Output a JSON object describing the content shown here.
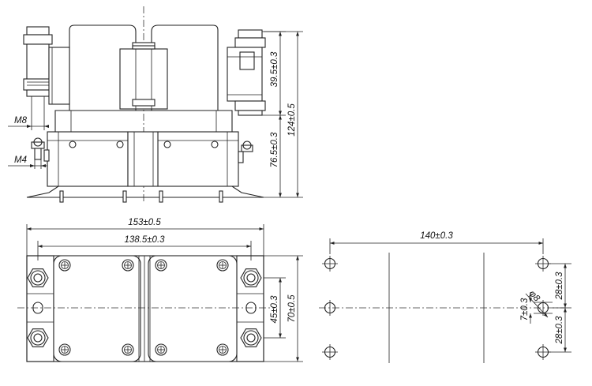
{
  "diagram": {
    "line_color": "#222222",
    "background": "#ffffff",
    "side_view": {
      "thread_labels": {
        "main_terminal": "M8",
        "aux_terminal": "M4"
      },
      "dimensions": {
        "terminal_height": "39.5±0.3",
        "body_height": "76.5±0.3",
        "total_height": "124±0.5"
      }
    },
    "top_view": {
      "dimensions": {
        "overall_length": "153±0.5",
        "mount_pitch": "138.5±0.3",
        "terminal_pitch": "45±0.3",
        "overall_width": "70±0.5"
      }
    },
    "hole_pattern": {
      "dimensions": {
        "hole_pitch_x": "140±0.3",
        "upper_pitch": "28±0.3",
        "lower_pitch": "28±0.3",
        "small_offset": "7±0.3",
        "hole_dia": "φ8"
      }
    }
  }
}
